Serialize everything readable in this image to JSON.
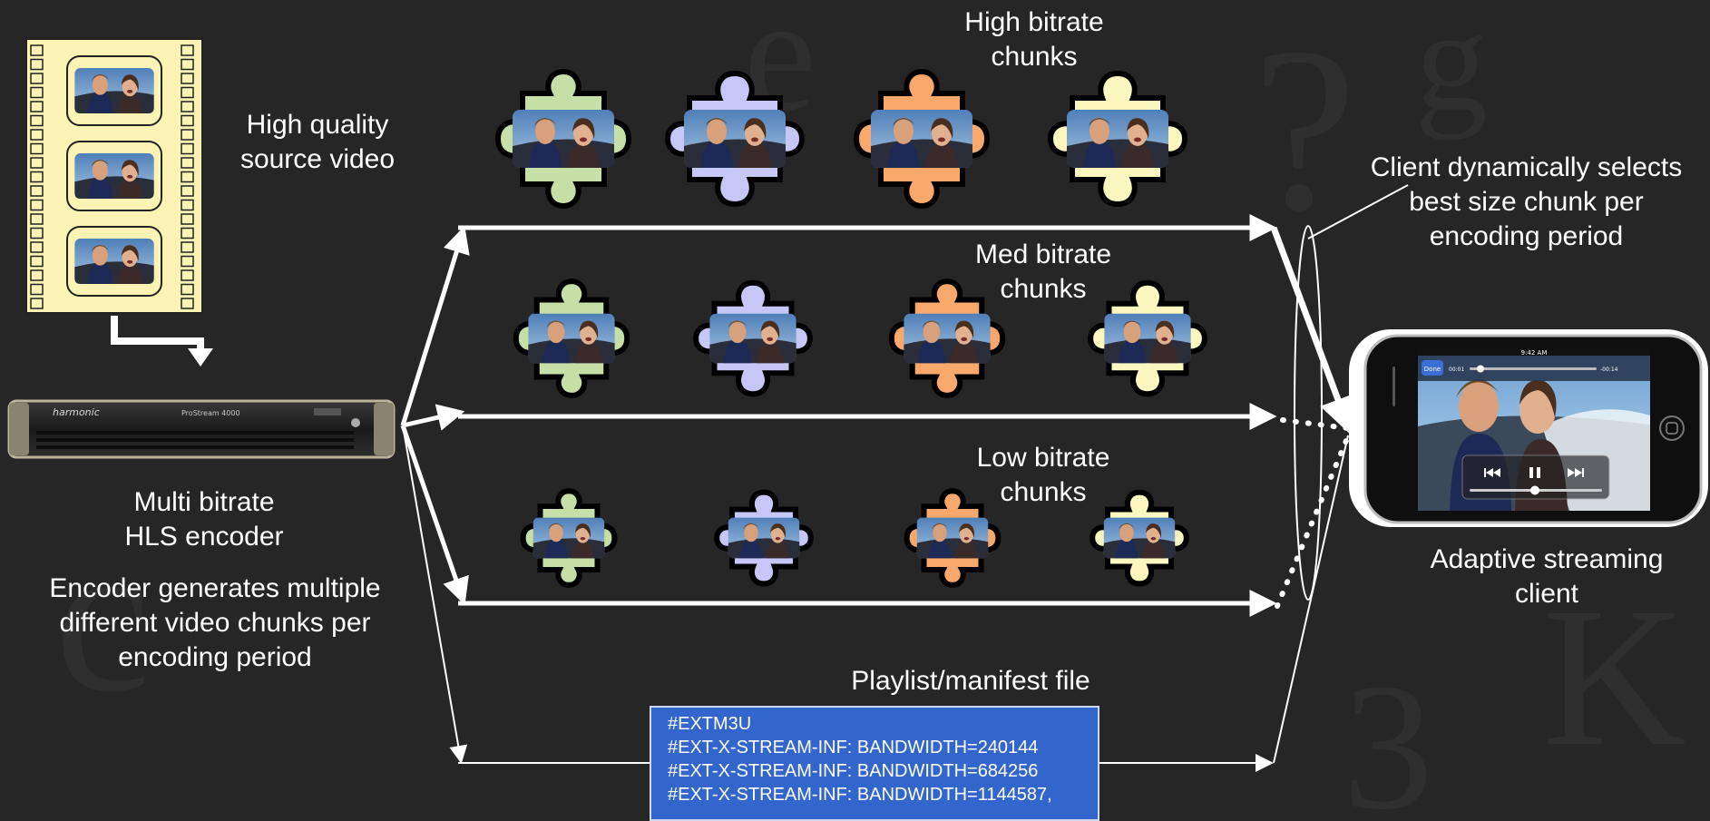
{
  "labels": {
    "source": [
      "High quality",
      "source video"
    ],
    "encoder": [
      "Multi bitrate",
      "HLS encoder"
    ],
    "encoder_desc": [
      "Encoder generates multiple",
      "different video chunks per",
      "encoding period"
    ],
    "high": [
      "High bitrate",
      "chunks"
    ],
    "med": [
      "Med bitrate",
      "chunks"
    ],
    "low": [
      "Low bitrate",
      "chunks"
    ],
    "client_select": [
      "Client dynamically selects",
      "best size chunk per",
      "encoding period"
    ],
    "client": [
      "Adaptive streaming",
      "client"
    ],
    "playlist_title": "Playlist/manifest file"
  },
  "playlist_lines": [
    "#EXTM3U",
    "#EXT-X-STREAM-INF: BANDWIDTH=240144",
    "#EXT-X-STREAM-INF: BANDWIDTH=684256",
    "#EXT-X-STREAM-INF: BANDWIDTH=1144587,"
  ],
  "encoder_device": {
    "brand": "harmonic",
    "model": "ProStream 4000"
  },
  "phone": {
    "time": "9:42 AM",
    "done_label": "Done",
    "elapsed": "00:01",
    "remaining": "-00:14"
  },
  "colors": {
    "green": "#c5dfa6",
    "lavender": "#c7c7f7",
    "orange": "#f8a86b",
    "yellow": "#fbf7be",
    "playlist": "#3366cc"
  }
}
